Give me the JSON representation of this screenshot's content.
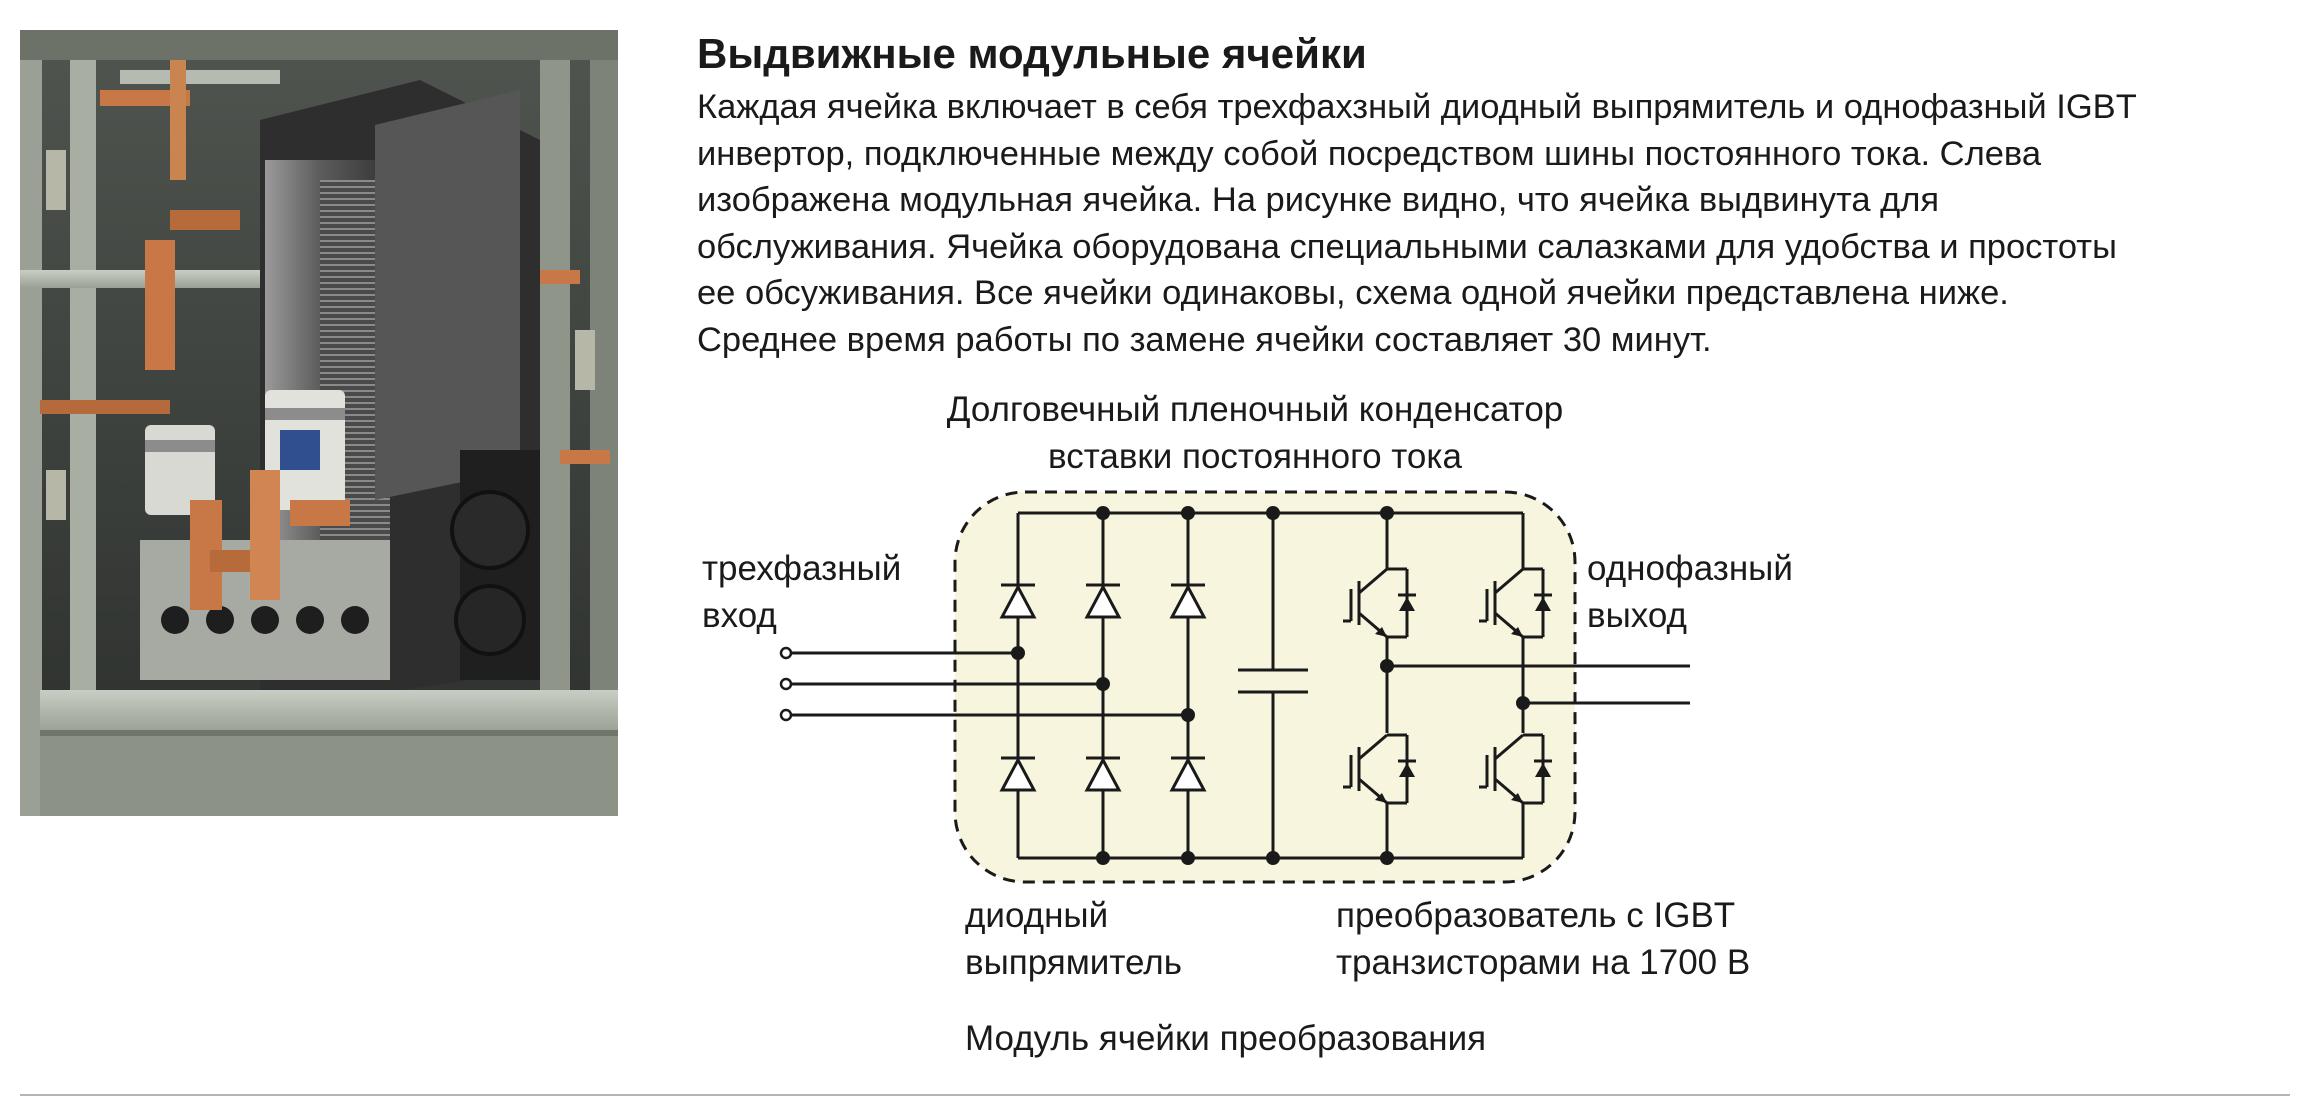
{
  "heading": {
    "title": "Выдвижные модульные ячейки"
  },
  "description": {
    "lines": [
      "Каждая ячейка включает в себя трехфахзный диодный выпрямитель и однофазный IGBT",
      "инвертор, подключенные между собой посредством шины постоянного тока. Слева",
      "изображена модульная ячейка. На рисунке видно, что ячейка выдвинута для",
      "обслуживания. Ячейка оборудована специальными салазками для удобства и простоты",
      "ее обсуживания. Все ячейки одинаковы, схема одной ячейки представлена ниже.",
      "Среднее время работы по замене ячейки составляет 30 минут."
    ]
  },
  "diagram": {
    "capacitor_label": [
      "Долговечный пленочный конденсатор",
      "вставки постоянного тока"
    ],
    "input_label": [
      "трехфазный",
      "вход"
    ],
    "output_label": [
      "однофазный",
      "выход"
    ],
    "rectifier_label": [
      "диодный",
      "выпрямитель"
    ],
    "inverter_label": [
      "преобразователь с IGBT",
      "транзисторами на 1700 В"
    ],
    "caption": "Модуль ячейки преобразования",
    "colors": {
      "module_fill": "#f7f5de",
      "line": "#1a1a1a"
    }
  },
  "photo": {
    "icon": "drawout-cell-photo",
    "colors": {
      "frame": "#8e948a",
      "copper": "#c77846",
      "heatsink": "#6d6d6d",
      "background": "#3a3d3a"
    }
  }
}
